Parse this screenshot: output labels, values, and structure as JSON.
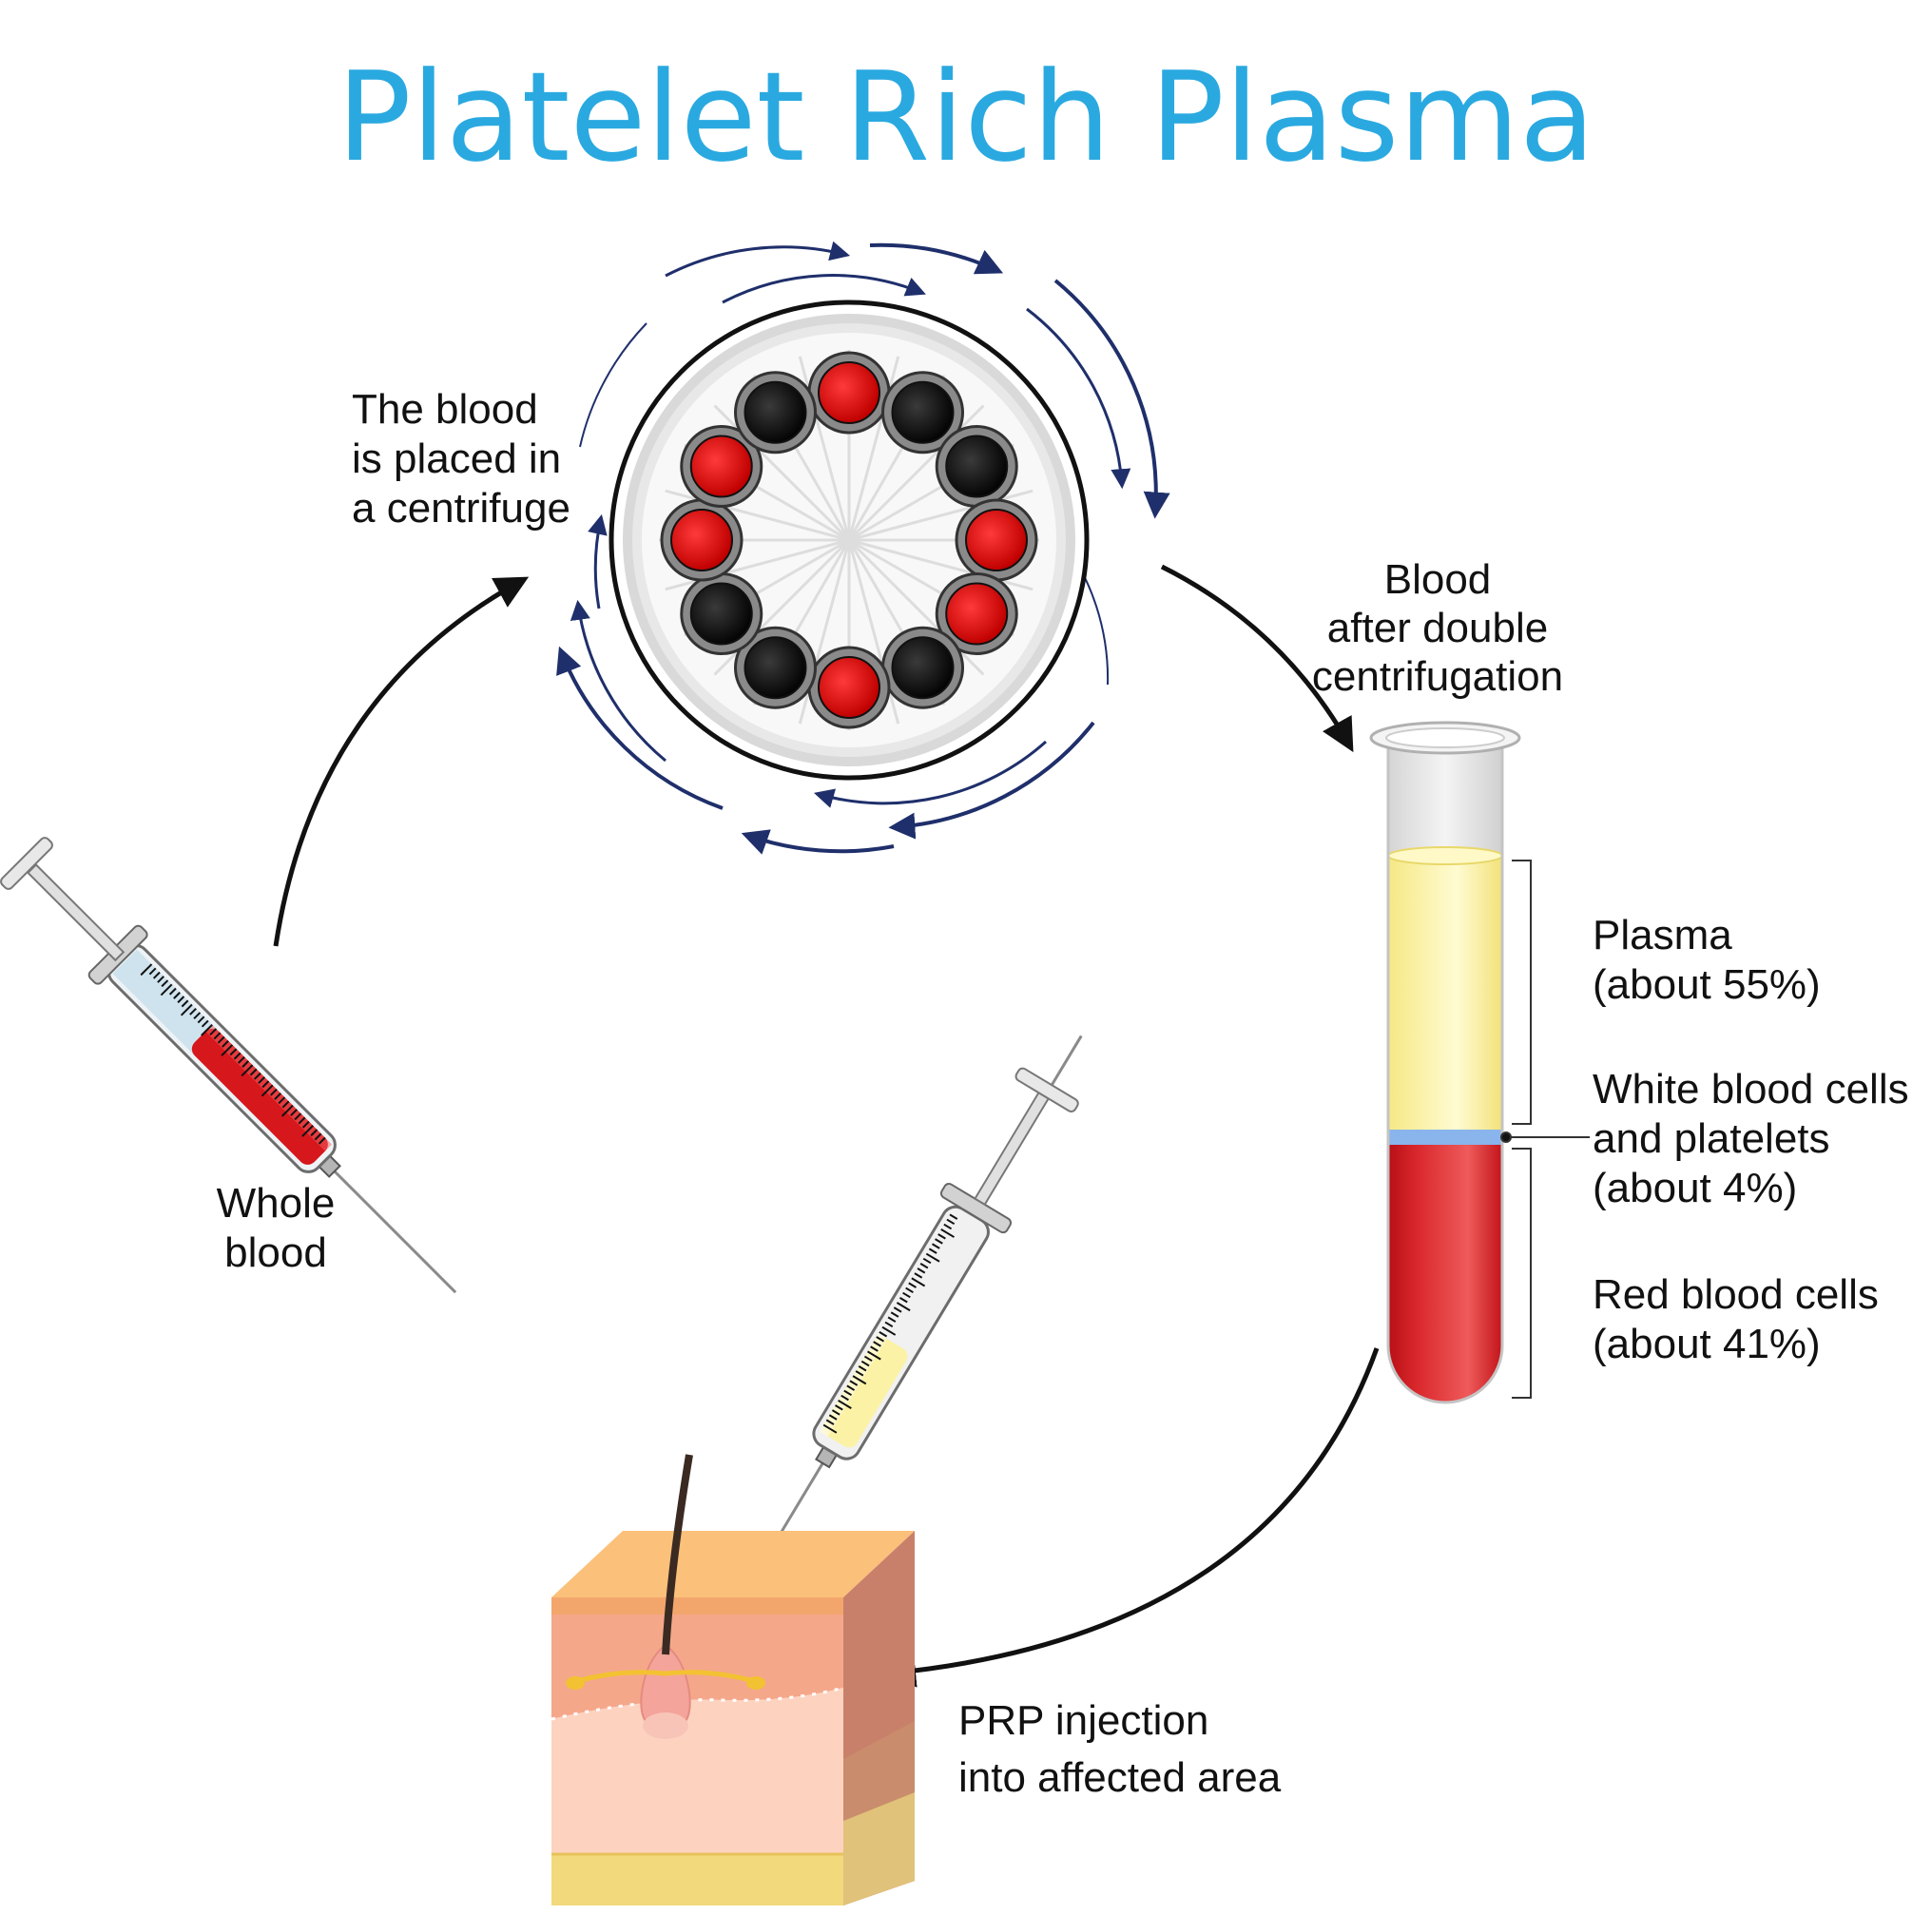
{
  "title": "Platelet Rich Plasma",
  "labels": {
    "whole_blood": [
      "Whole",
      "blood"
    ],
    "centrifuge": [
      "The blood",
      "is placed in",
      "a centrifuge"
    ],
    "after_centrifugation": [
      "Blood",
      "after double",
      "centrifugation"
    ],
    "plasma": [
      "Plasma",
      "(about 55%)"
    ],
    "buffy_coat": [
      "White blood cells",
      "and platelets",
      "(about 4%)"
    ],
    "red_cells": [
      "Red blood cells",
      "(about 41%)"
    ],
    "injection": [
      "PRP injection",
      "into affected area"
    ]
  },
  "colors": {
    "title": "#2aa9e0",
    "blood_red": "#d4141c",
    "plasma_yellow": "#fff3a0",
    "buffy_blue": "#8ab4ec",
    "rotation_arrows": "#1f2f6b",
    "flow_arrows": "#111111"
  }
}
